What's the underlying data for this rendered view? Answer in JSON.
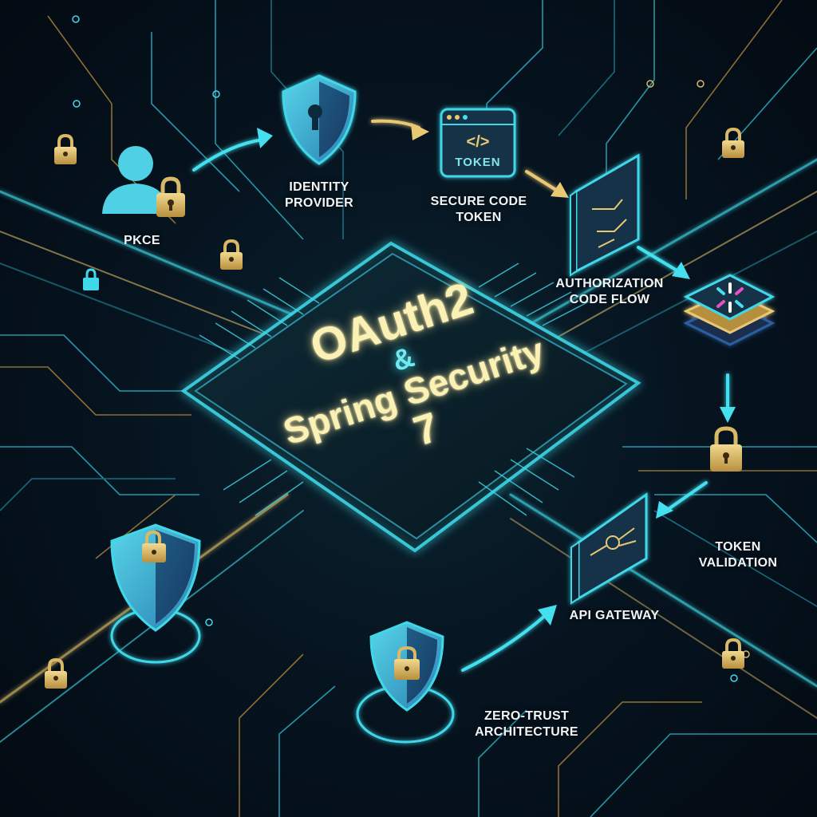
{
  "title": {
    "line1": "OAuth2",
    "line2": "&",
    "line3": "Spring Security",
    "line4": "7"
  },
  "nodes": {
    "pkce": {
      "label": "PKCE",
      "icon": "user-lock-icon"
    },
    "identity_provider": {
      "label_line1": "IDENTITY",
      "label_line2": "PROVIDER",
      "icon": "shield-keyhole-icon"
    },
    "secure_code_token": {
      "label_line1": "SECURE CODE",
      "label_line2": "TOKEN",
      "icon": "code-window-icon",
      "window_text": "TOKEN",
      "window_code": "</>"
    },
    "authorization_code_flow": {
      "label_line1": "AUTHORIZATION",
      "label_line2": "CODE FLOW",
      "icon": "circuit-panel-icon"
    },
    "jwt_stack": {
      "icon": "jwt-layer-stack-icon"
    },
    "token_validation": {
      "label_line1": "TOKEN",
      "label_line2": "VALIDATION",
      "icon": "padlock-icon"
    },
    "api_gateway": {
      "label": "API GATEWAY",
      "icon": "gateway-panel-icon"
    },
    "zero_trust": {
      "label_line1": "ZERO-TRUST",
      "label_line2": "ARCHITECTURE",
      "icon": "shield-lock-icon"
    }
  },
  "colors": {
    "background": "#05101a",
    "cyan": "#45e0ef",
    "gold": "#d9b866",
    "chip_text": "#fbf1b4",
    "label": "#f2f5f7"
  }
}
